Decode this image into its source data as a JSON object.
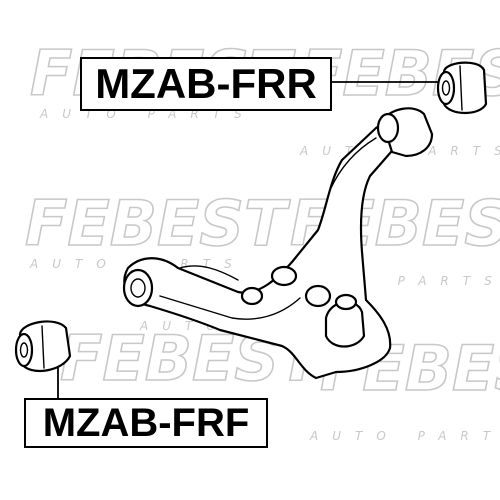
{
  "watermark": {
    "word": "FEBEST",
    "sub": "AUTO PARTS"
  },
  "labels": {
    "top": "MZAB-FRR",
    "bottom": "MZAB-FRF"
  },
  "colors": {
    "line": "#000000",
    "watermark": "#c8c8c8",
    "background": "#ffffff"
  }
}
